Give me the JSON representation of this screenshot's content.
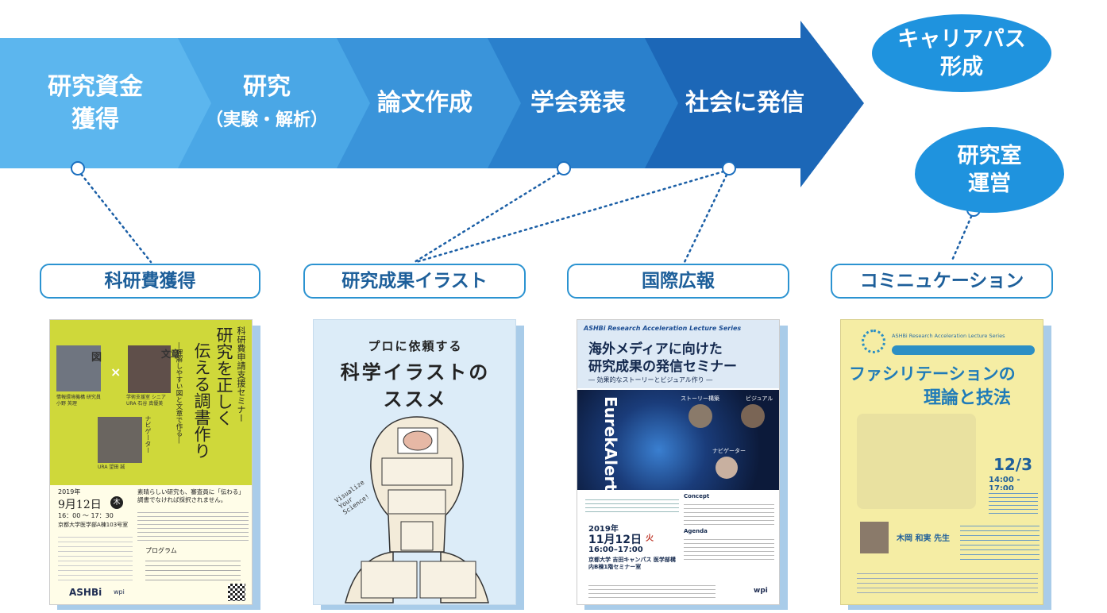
{
  "flow": {
    "stages": [
      {
        "main": "研究資金",
        "sub_main": "獲得"
      },
      {
        "main": "研究",
        "sub": "（実験・解析）"
      },
      {
        "main": "論文作成"
      },
      {
        "main": "学会発表"
      },
      {
        "main": "社会に発信"
      }
    ],
    "colors": [
      "#5cb6ee",
      "#4aa7e6",
      "#3a94da",
      "#2a80cc",
      "#1c67b7"
    ]
  },
  "bubbles": [
    {
      "line1": "キャリアパス",
      "line2": "形成"
    },
    {
      "line1": "研究室",
      "line2": "運営"
    }
  ],
  "labels": [
    "科研費獲得",
    "研究成果イラスト",
    "国際広報",
    "コミニュケーション"
  ],
  "posters": {
    "p1": {
      "title_v1": "科研費申請支援セミナー",
      "title_v2": "研究を正しく",
      "title_v3": "伝える調書作り",
      "title_v4": "―理解しやすい図と文章で作る―",
      "fig": "図",
      "text_tag": "文章",
      "navigator": "ナビゲーター",
      "person1": "情報環境機構 研究員 小野 英理",
      "person2": "学術支援室 シニアURA 石谷 真優美",
      "person3": "URA 望田 誠",
      "date_year": "2019年",
      "date": "9月12日",
      "weekday": "木",
      "time": "16：00 ～ 17：30",
      "place": "京都大学医学部A棟103号室",
      "lead": "素晴らしい研究も、審査員に「伝わる」調書でなければ採択されません。",
      "program": "プログラム",
      "logo": "ASHBi",
      "wpi": "wpi"
    },
    "p2": {
      "line1": "プロに依頼する",
      "line2": "科学イラストの",
      "line3": "ススメ",
      "side": "Visualize Your Science!"
    },
    "p3": {
      "series": "ASHBi Research Acceleration Lecture Series",
      "title1": "海外メディアに向けた",
      "title2": "研究成果の発信セミナー",
      "subtitle": "― 効果的なストーリーとビジュアル作り ―",
      "eureka": "EurekAlert!",
      "story": "ストーリー構築",
      "visual": "ビジュアル",
      "navigator": "ナビゲーター",
      "concept": "Concept",
      "agenda": "Agenda",
      "date_year": "2019年",
      "date": "11月12日",
      "weekday": "火",
      "time": "16:00–17:00",
      "place": "京都大学 吉田キャンパス 医学部構内B棟1階セミナー室",
      "wpi": "wpi"
    },
    "p4": {
      "series": "ASHBi Research Acceleration Lecture Series",
      "title1": "ファシリテーションの",
      "title2": "理論と技法",
      "date": "12/3",
      "time": "14:00 - 17:00",
      "speaker": "木岡 和実 先生"
    }
  }
}
